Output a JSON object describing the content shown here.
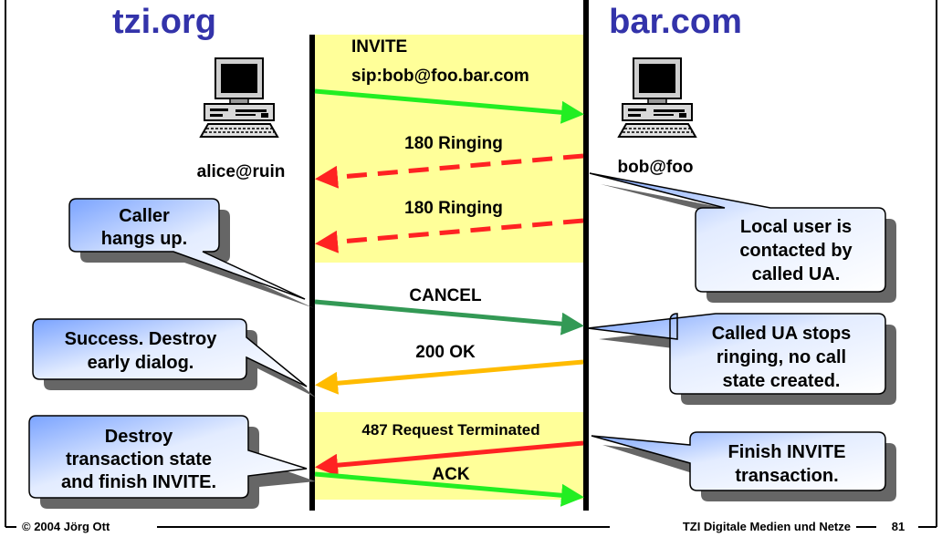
{
  "slide": {
    "left_host": "tzi.org",
    "right_host": "bar.com",
    "left_user": "alice@ruin",
    "right_user": "bob@foo",
    "footer_left": "© 2004 Jörg Ott",
    "footer_right": "TZI Digitale Medien und Netze",
    "page_number": "81"
  },
  "messages": {
    "invite_line1": "INVITE",
    "invite_line2": "sip:bob@foo.bar.com",
    "ringing1": "180 Ringing",
    "ringing2": "180 Ringing",
    "cancel": "CANCEL",
    "ok": "200 OK",
    "terminated": "487 Request Terminated",
    "ack": "ACK"
  },
  "callouts": {
    "caller_hangs_up": [
      "Caller",
      "hangs up."
    ],
    "success": [
      "Success. Destroy",
      "early dialog."
    ],
    "destroy": [
      "Destroy",
      "transaction state",
      "and finish INVITE."
    ],
    "local_user": [
      "Local user is",
      "contacted by",
      "called UA."
    ],
    "called_ua_stops": [
      "Called UA stops",
      "ringing, no call",
      "state created."
    ],
    "finish_invite": [
      "Finish INVITE",
      "transaction."
    ]
  },
  "colors": {
    "host_text": "#3333aa",
    "panel_yellow": "#ffff99",
    "arrow_green": "#22ee22",
    "arrow_red": "#ff2222",
    "arrow_darkgreen": "#339955",
    "arrow_orange": "#ffbb00",
    "callout_fill": "#cfe0ff"
  }
}
